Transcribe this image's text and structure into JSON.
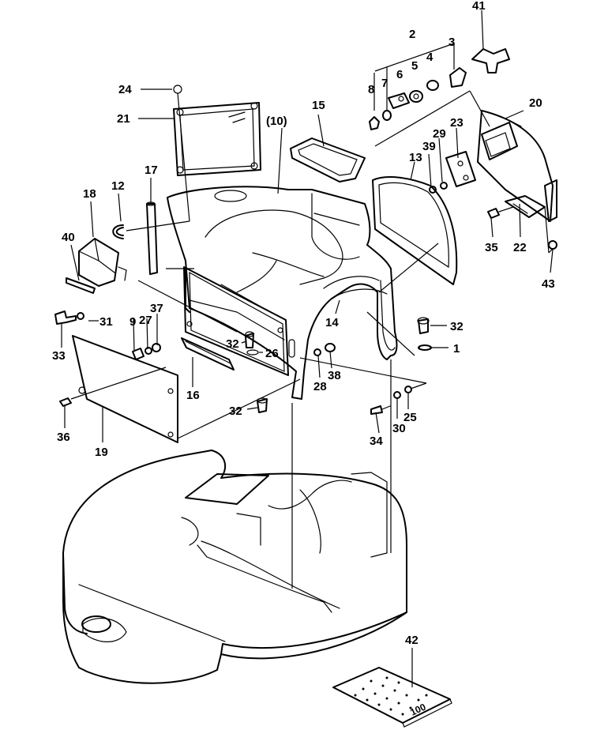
{
  "diagram": {
    "callouts": [
      {
        "id": "c41",
        "text": "41"
      },
      {
        "id": "c2",
        "text": "2"
      },
      {
        "id": "c3",
        "text": "3"
      },
      {
        "id": "c4",
        "text": "4"
      },
      {
        "id": "c5",
        "text": "5"
      },
      {
        "id": "c6",
        "text": "6"
      },
      {
        "id": "c7",
        "text": "7"
      },
      {
        "id": "c8",
        "text": "8"
      },
      {
        "id": "c24",
        "text": "24"
      },
      {
        "id": "c21",
        "text": "21"
      },
      {
        "id": "c10",
        "text": "(10)"
      },
      {
        "id": "c15",
        "text": "15"
      },
      {
        "id": "c20",
        "text": "20"
      },
      {
        "id": "c23",
        "text": "23"
      },
      {
        "id": "c29",
        "text": "29"
      },
      {
        "id": "c39",
        "text": "39"
      },
      {
        "id": "c13",
        "text": "13"
      },
      {
        "id": "c17",
        "text": "17"
      },
      {
        "id": "c12",
        "text": "12"
      },
      {
        "id": "c18",
        "text": "18"
      },
      {
        "id": "c40",
        "text": "40"
      },
      {
        "id": "c35",
        "text": "35"
      },
      {
        "id": "c22",
        "text": "22"
      },
      {
        "id": "c43",
        "text": "43"
      },
      {
        "id": "c31",
        "text": "31"
      },
      {
        "id": "c33",
        "text": "33"
      },
      {
        "id": "c9",
        "text": "9"
      },
      {
        "id": "c27",
        "text": "27"
      },
      {
        "id": "c37",
        "text": "37"
      },
      {
        "id": "c14",
        "text": "14"
      },
      {
        "id": "c32a",
        "text": "32"
      },
      {
        "id": "c32b",
        "text": "32"
      },
      {
        "id": "c32c",
        "text": "32"
      },
      {
        "id": "c26",
        "text": "26"
      },
      {
        "id": "c1",
        "text": "1"
      },
      {
        "id": "c28",
        "text": "28"
      },
      {
        "id": "c38",
        "text": "38"
      },
      {
        "id": "c16",
        "text": "16"
      },
      {
        "id": "c36",
        "text": "36"
      },
      {
        "id": "c19",
        "text": "19"
      },
      {
        "id": "c25",
        "text": "25"
      },
      {
        "id": "c30",
        "text": "30"
      },
      {
        "id": "c34",
        "text": "34"
      },
      {
        "id": "c42",
        "text": "42"
      }
    ],
    "mat_caption": "100"
  }
}
